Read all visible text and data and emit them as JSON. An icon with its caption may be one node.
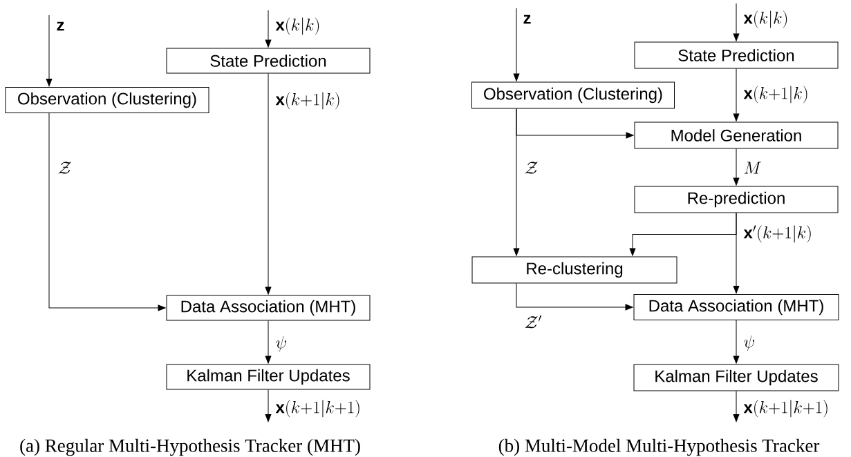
{
  "diagram": {
    "nodes": [
      {
        "text": [
          "State Prediction"
        ]
      },
      {
        "text": [
          "Observation (Clustering)"
        ]
      },
      {
        "text": [
          "Data Association (MHT)"
        ]
      },
      {
        "text": [
          "Kalman Filter Updates"
        ]
      },
      {
        "text": [
          "State Prediction"
        ]
      },
      {
        "text": [
          "Observation (Clustering)"
        ]
      },
      {
        "text": [
          "Model Generation"
        ]
      },
      {
        "text": [
          "Re-prediction"
        ]
      },
      {
        "text": [
          "Re-clustering"
        ]
      },
      {
        "text": [
          "Data Association (MHT)"
        ]
      },
      {
        "text": [
          "Kalman Filter Updates"
        ]
      }
    ],
    "edges": [
      {
        "from": null,
        "to": 1,
        "arrow": "to",
        "label": "\\mathbf{z}"
      },
      {
        "from": null,
        "to": 0,
        "arrow": "to",
        "label": "\\mathbf{x}(k|k)"
      },
      {
        "from": 0,
        "to": 2,
        "arrow": "to",
        "label": "\\mathbf{x}(k{+}1|k)"
      },
      {
        "from": 1,
        "to": 2,
        "arrow": "to",
        "label": "\\mathcal{Z}"
      },
      {
        "from": 2,
        "to": 3,
        "arrow": "to",
        "label": "\\psi"
      },
      {
        "from": 3,
        "to": null,
        "arrow": "to",
        "label": "\\mathbf{x}(k{+}1|k{+}1)"
      },
      {
        "from": null,
        "to": 5,
        "arrow": "to",
        "label": "\\mathbf{z}"
      },
      {
        "from": null,
        "to": 4,
        "arrow": "to",
        "label": "\\mathbf{x}(k|k)"
      },
      {
        "from": 4,
        "to": 6,
        "arrow": "to",
        "label": "\\mathbf{x}(k{+}1|k)"
      },
      {
        "from": 5,
        "to": 6,
        "arrow": "to"
      },
      {
        "from": 5,
        "to": 8,
        "arrow": "to",
        "label": "\\mathcal{Z}"
      },
      {
        "from": 6,
        "to": 7,
        "arrow": "to",
        "label": "M"
      },
      {
        "from": 7,
        "to": 9,
        "arrow": "to",
        "label": "\\mathbf{x}'(k{+}1|k)"
      },
      {
        "from": 7,
        "to": 8,
        "arrow": "to"
      },
      {
        "from": 8,
        "to": 9,
        "arrow": "to",
        "label": "\\mathcal{Z}'"
      },
      {
        "from": 9,
        "to": 10,
        "arrow": "to",
        "label": "\\psi"
      },
      {
        "from": 10,
        "to": null,
        "arrow": "to",
        "label": "\\mathbf{x}(k{+}1|k{+}1)"
      }
    ],
    "labels": [
      "(a) Regular Multi-Hypothesis Tracker (MHT)",
      "(b) Multi-Model Multi-Hypothesis Tracker"
    ]
  }
}
